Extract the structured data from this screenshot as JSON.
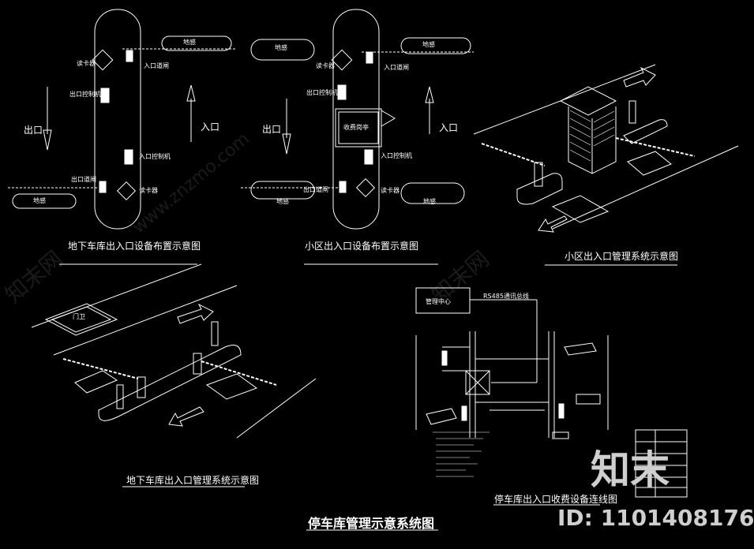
{
  "titles": {
    "basement_layout": "地下车库出入口设备布置示意图",
    "residential_layout": "小区出入口设备布置示意图",
    "residential_system": "小区出入口管理系统示意图",
    "basement_system": "地下车库出入口管理系统示意图",
    "wiring": "停车库出入口收费设备连线图",
    "main": "停车库管理示意系统图"
  },
  "basement_layout": {
    "road_top": "地感",
    "road_bottom": "地感",
    "card_reader_top": "读卡器",
    "entry_gate": "入口道闸",
    "exit_controller": "出口控制机",
    "entry_controller": "入口控制机",
    "exit_gate": "出口道闸",
    "card_reader_bottom": "读卡器",
    "exit": "出口",
    "entry": "入口"
  },
  "residential_layout": {
    "road_top_left": "地感",
    "road_top_right": "地感",
    "card_reader_top": "读卡器",
    "entry_gate": "入口道闸",
    "exit_controller": "出口控制机",
    "booth": "收费岗亭",
    "entry_controller": "入口控制机",
    "exit_gate": "出口道闸",
    "card_reader_bottom": "读卡器",
    "road_bottom_left": "地感",
    "road_bottom_right": "地感",
    "exit": "出口",
    "entry": "入口"
  },
  "basement_system": {
    "booth": "门卫"
  },
  "wiring": {
    "center": "管理中心",
    "line": "RS485通讯总线"
  },
  "watermark": {
    "site": "知末网",
    "url": "www.znzmo.com"
  },
  "brand": {
    "logo": "知末",
    "id": "ID: 1101408176"
  }
}
